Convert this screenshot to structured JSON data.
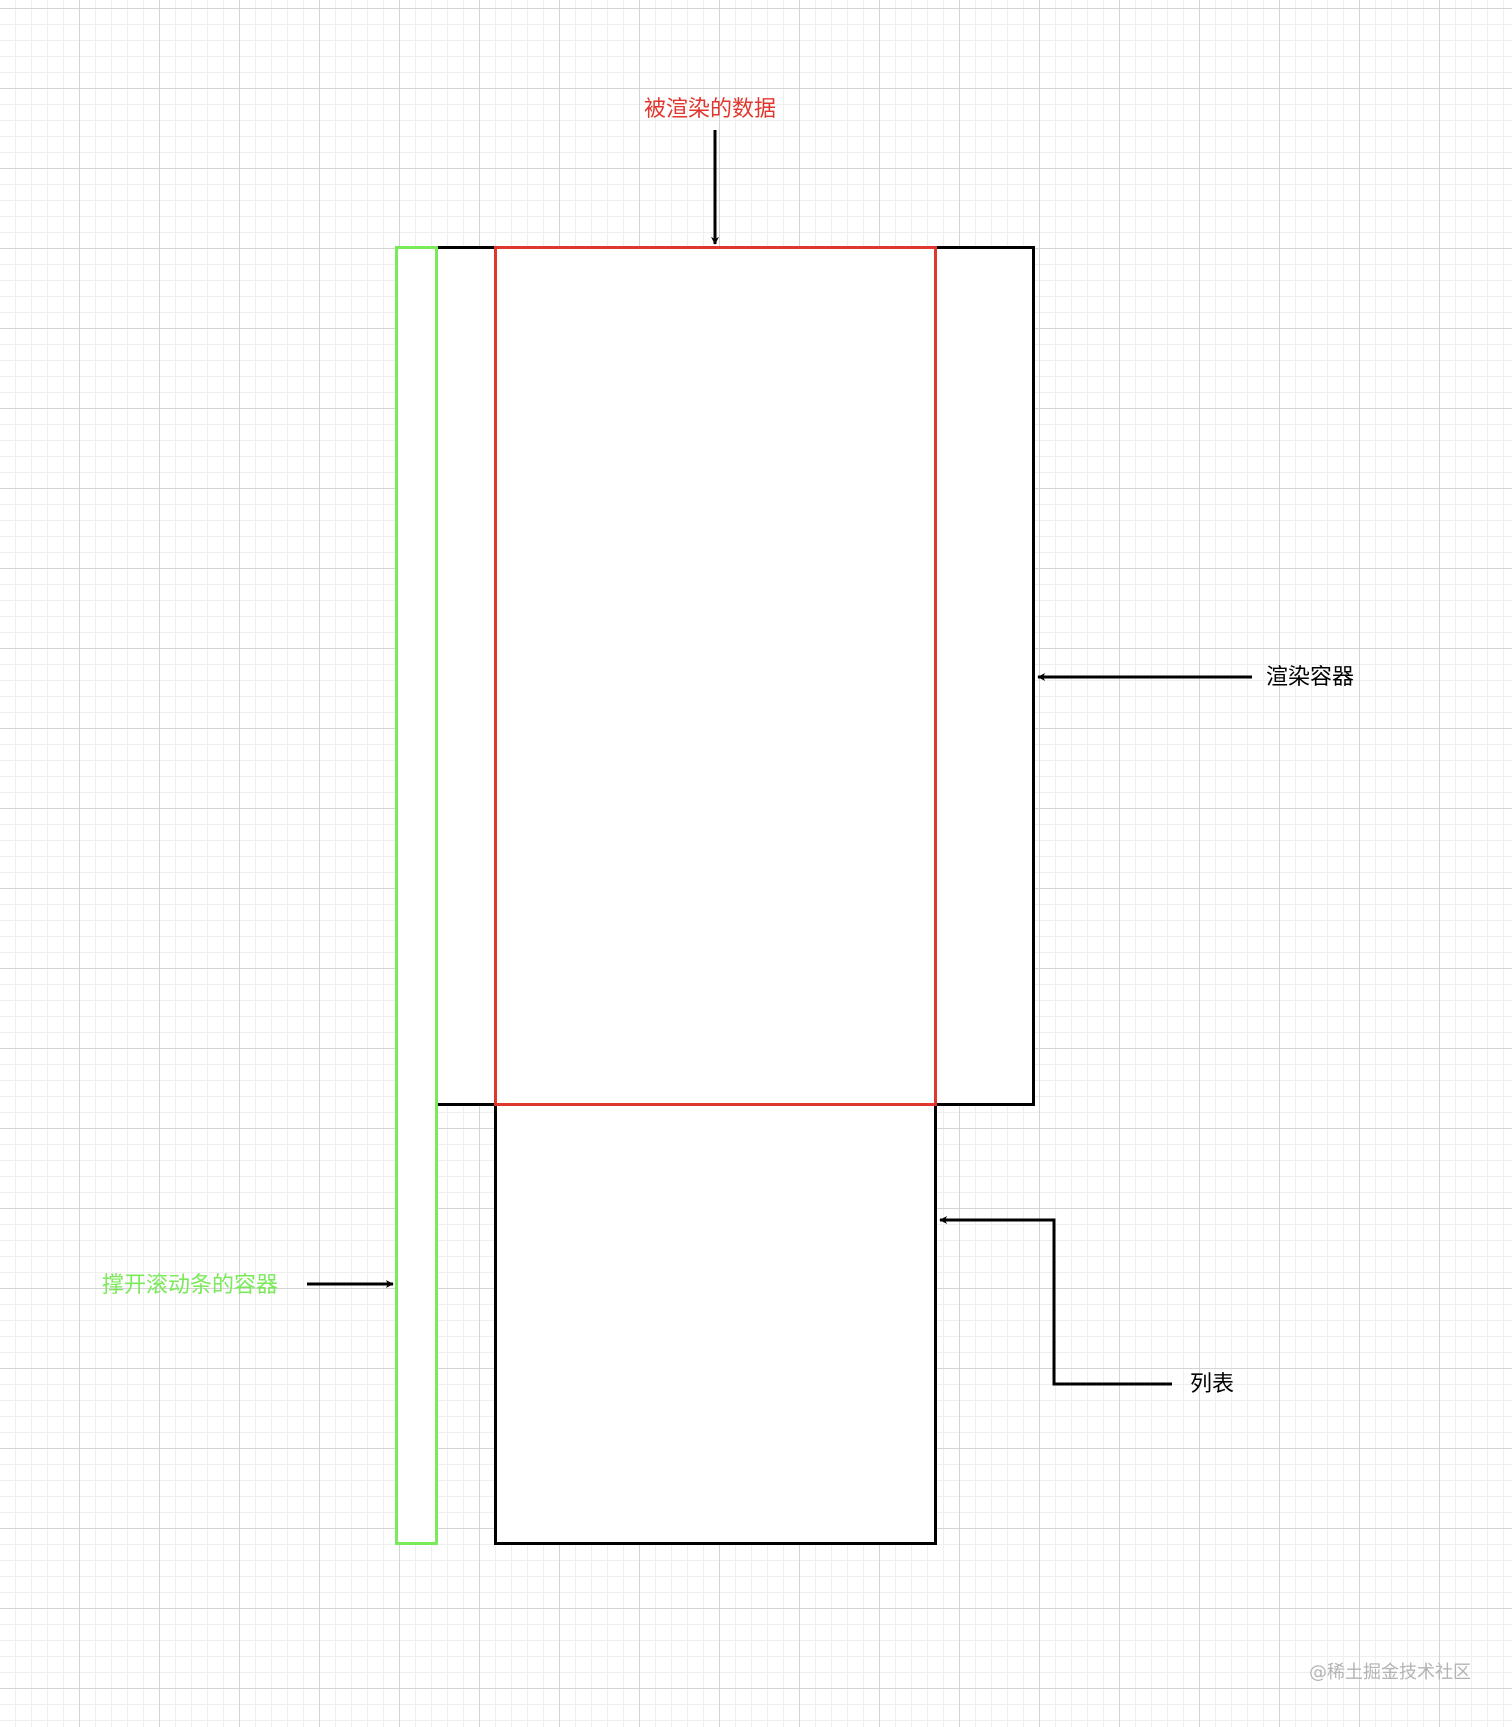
{
  "labels": {
    "rendered_data": "被渲染的数据",
    "render_container": "渲染容器",
    "list": "列表",
    "scroll_spacer": "撑开滚动条的容器"
  },
  "watermark": "@稀土掘金技术社区",
  "colors": {
    "rendered_data": "#e0362d",
    "scroll_spacer": "#7aea5a",
    "outline": "#000000",
    "grid": "#d4d4d4",
    "watermark": "#b3b3b3"
  }
}
